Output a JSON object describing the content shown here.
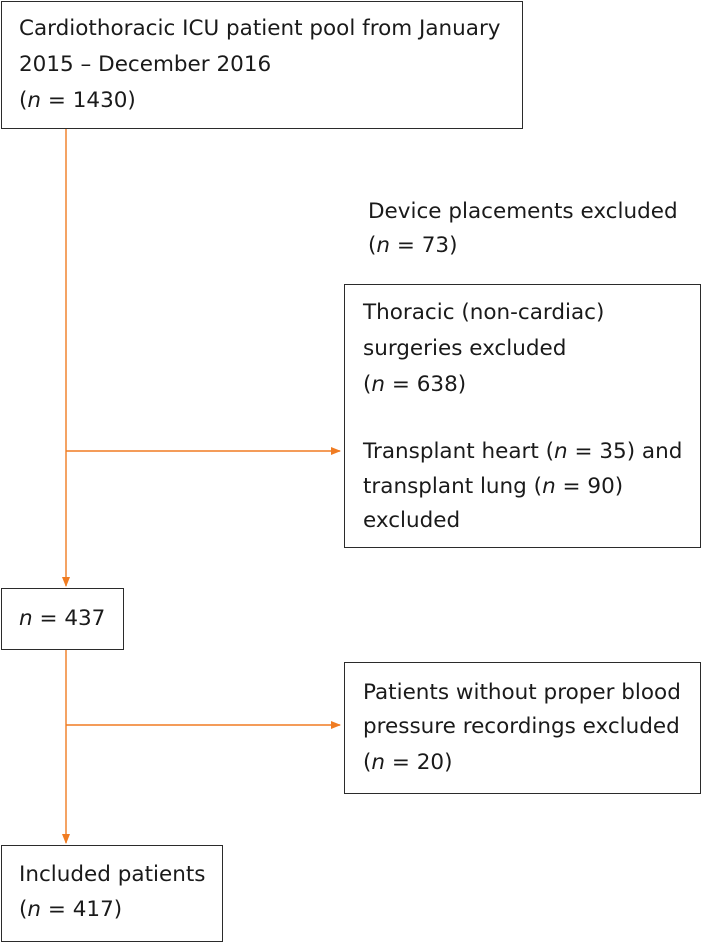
{
  "colors": {
    "arrow": "#f07c22",
    "border": "#2b2b2b",
    "text": "#1a1a1a"
  },
  "boxes": {
    "pool": {
      "line1": "Cardiothoracic ICU patient pool from January",
      "line2": "2015 – December 2016",
      "n_symbol": "n",
      "n_value": " = 1430)"
    },
    "device": {
      "line1": "Device placements excluded",
      "n_symbol": "n",
      "n_value": " = 73)"
    },
    "thoracic": {
      "line1": "Thoracic (non-cardiac)",
      "line2": "surgeries excluded",
      "n_symbol": "n",
      "n_value": " = 638)"
    },
    "transplant": {
      "line1_pre": "Transplant heart (",
      "line1_n": "n",
      "line1_post": " = 35) and",
      "line2_pre": "transplant lung (",
      "line2_n": "n",
      "line2_post": " = 90)",
      "line3": "excluded"
    },
    "mid": {
      "n_symbol": "n",
      "n_value": " = 437"
    },
    "bp": {
      "line1": "Patients without proper blood",
      "line2": "pressure recordings excluded",
      "n_symbol": "n",
      "n_value": " = 20)"
    },
    "included": {
      "line1": "Included patients",
      "n_symbol": "n",
      "n_value": " = 417)"
    }
  }
}
